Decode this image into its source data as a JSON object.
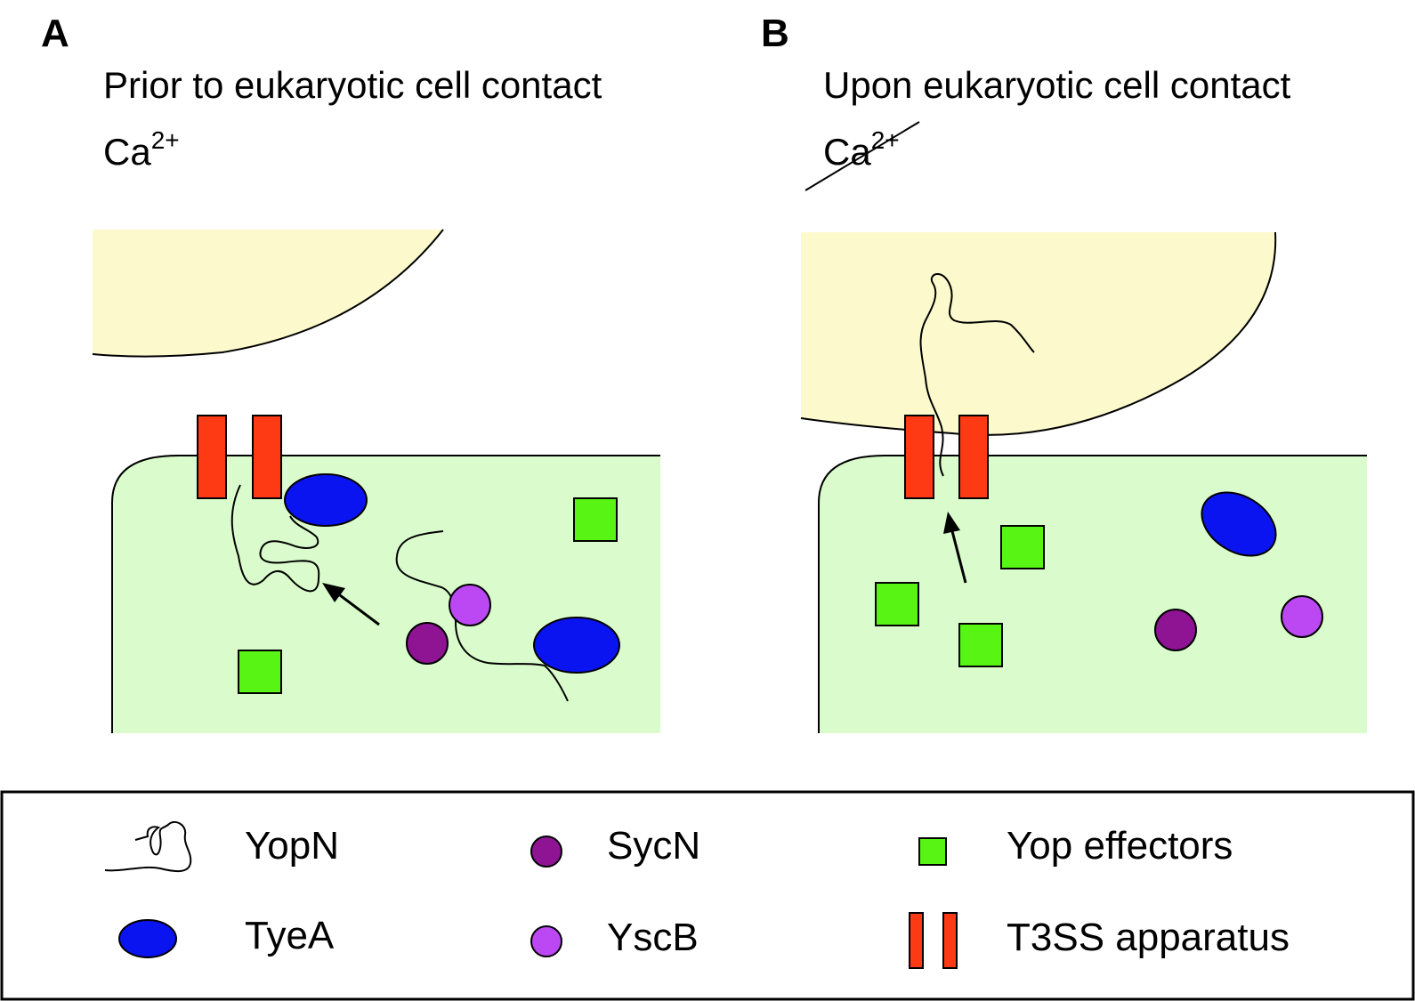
{
  "panel_a": {
    "letter": "A",
    "caption": "Prior to eukaryotic cell contact",
    "calcium": {
      "base": "Ca",
      "charge": "2+"
    }
  },
  "panel_b": {
    "letter": "B",
    "caption": "Upon eukaryotic cell contact",
    "calcium": {
      "base": "Ca",
      "charge": "2+"
    }
  },
  "legend": {
    "yopn": "YopN",
    "tyea": "TyeA",
    "sycn": "SycN",
    "yscb": "YscB",
    "yop_effectors": "Yop effectors",
    "t3ss": "T3SS apparatus"
  },
  "colors": {
    "host_cell": "#fcfacc",
    "bacterium": "#dafccc",
    "t3ss": "#fe3a14",
    "tyea": "#0a14f0",
    "sycn": "#8e1494",
    "yscb": "#bc48f4",
    "yop_effector": "#58f414"
  }
}
